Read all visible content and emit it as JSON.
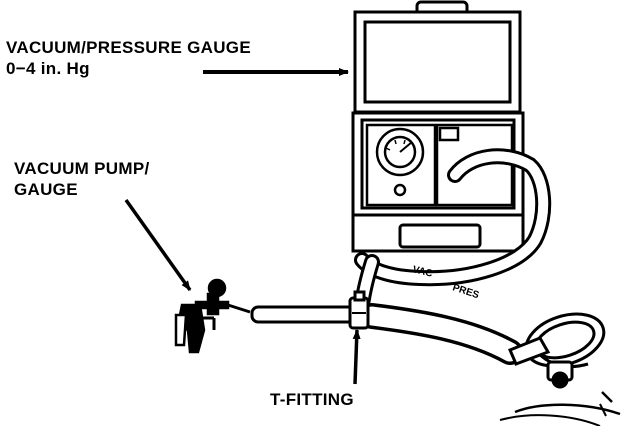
{
  "labels": {
    "gauge_line1": "VACUUM/PRESSURE GAUGE",
    "gauge_line2": "0−4 in. Hg",
    "pump_line1": "VACUUM PUMP/",
    "pump_line2": "GAUGE",
    "tee": "T-FITTING"
  },
  "hose_tags": {
    "vac": "VAC",
    "pres": "PRES"
  },
  "colors": {
    "ink": "#000000",
    "paper": "#ffffff"
  }
}
